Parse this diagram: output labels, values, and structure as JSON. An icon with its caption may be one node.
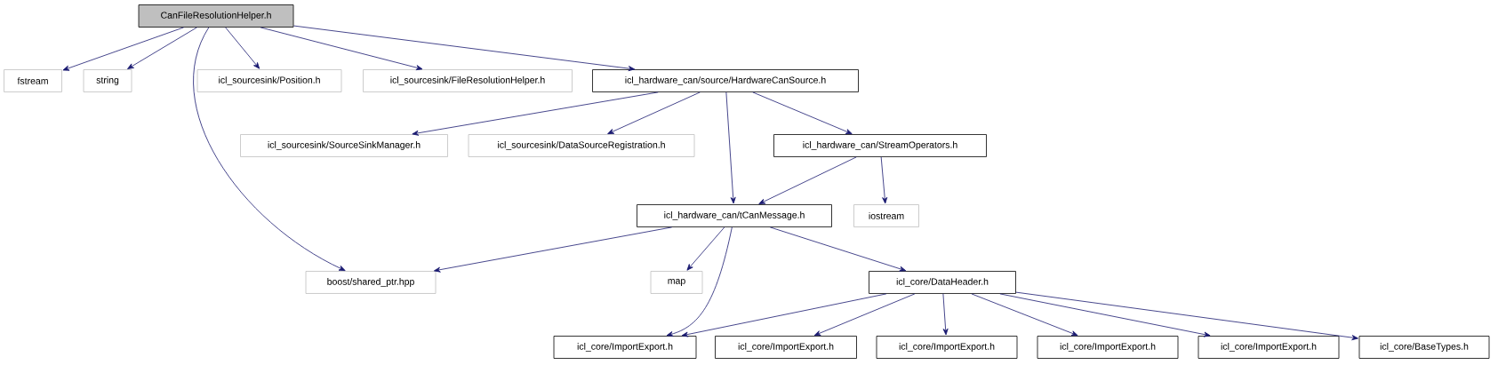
{
  "diagram": {
    "nodes": [
      {
        "text": [
          "CanFileResolutionHelper.h"
        ]
      },
      {
        "text": [
          "fstream"
        ]
      },
      {
        "text": [
          "string"
        ]
      },
      {
        "text": [
          "icl_sourcesink/Position.h"
        ]
      },
      {
        "text": [
          "icl_sourcesink/FileResolutionHelper.h"
        ]
      },
      {
        "text": [
          "icl_hardware_can/source/HardwareCanSource.h"
        ]
      },
      {
        "text": [
          "icl_sourcesink/SourceSinkManager.h"
        ]
      },
      {
        "text": [
          "icl_sourcesink/DataSourceRegistration.h"
        ]
      },
      {
        "text": [
          "icl_hardware_can/StreamOperators.h"
        ]
      },
      {
        "text": [
          "icl_hardware_can/tCanMessage.h"
        ]
      },
      {
        "text": [
          "iostream"
        ]
      },
      {
        "text": [
          "boost/shared_ptr.hpp"
        ]
      },
      {
        "text": [
          "map"
        ]
      },
      {
        "text": [
          "icl_core/DataHeader.h"
        ]
      },
      {
        "text": [
          "icl_core/ImportExport.h"
        ]
      },
      {
        "text": [
          "icl_core/ImportExport.h"
        ]
      },
      {
        "text": [
          "icl_core/ImportExport.h"
        ]
      },
      {
        "text": [
          "icl_core/ImportExport.h"
        ]
      },
      {
        "text": [
          "icl_core/ImportExport.h"
        ]
      },
      {
        "text": [
          "icl_core/BaseTypes.h"
        ]
      }
    ],
    "edges": [
      {
        "from": 0,
        "to": 1,
        "arrow": "to"
      },
      {
        "from": 0,
        "to": 2,
        "arrow": "to"
      },
      {
        "from": 0,
        "to": 11,
        "arrow": "to"
      },
      {
        "from": 0,
        "to": 3,
        "arrow": "to"
      },
      {
        "from": 0,
        "to": 4,
        "arrow": "to"
      },
      {
        "from": 0,
        "to": 5,
        "arrow": "to"
      },
      {
        "from": 5,
        "to": 6,
        "arrow": "to"
      },
      {
        "from": 5,
        "to": 7,
        "arrow": "to"
      },
      {
        "from": 5,
        "to": 9,
        "arrow": "to"
      },
      {
        "from": 5,
        "to": 8,
        "arrow": "to"
      },
      {
        "from": 8,
        "to": 9,
        "arrow": "to"
      },
      {
        "from": 8,
        "to": 10,
        "arrow": "to"
      },
      {
        "from": 9,
        "to": 11,
        "arrow": "to"
      },
      {
        "from": 9,
        "to": 12,
        "arrow": "to"
      },
      {
        "from": 9,
        "to": 14,
        "arrow": "to"
      },
      {
        "from": 9,
        "to": 13,
        "arrow": "to"
      },
      {
        "from": 13,
        "to": 14,
        "arrow": "to"
      },
      {
        "from": 13,
        "to": 15,
        "arrow": "to"
      },
      {
        "from": 13,
        "to": 16,
        "arrow": "to"
      },
      {
        "from": 13,
        "to": 17,
        "arrow": "to"
      },
      {
        "from": 13,
        "to": 18,
        "arrow": "to"
      },
      {
        "from": 13,
        "to": 19,
        "arrow": "to"
      }
    ]
  }
}
